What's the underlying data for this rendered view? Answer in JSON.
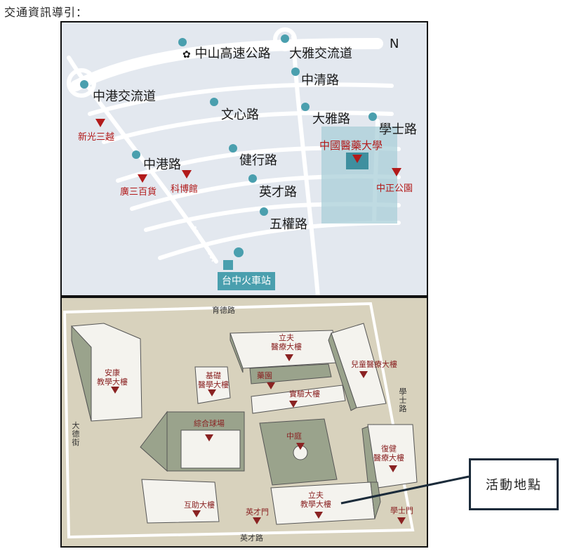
{
  "heading": "交通資訊導引：",
  "map": {
    "north": "N",
    "roads": {
      "zhongshan_hwy": "中山高速公路",
      "daya_interchange": "大雅交流道",
      "zhongqing": "中清路",
      "zhonggang_interchange": "中港交流道",
      "wenxin": "文心路",
      "daya_rd": "大雅路",
      "xueshi": "學士路",
      "zhonggang_rd": "中港路",
      "jianxing": "健行路",
      "yingcai": "英才路",
      "wuquan": "五權路"
    },
    "landmarks": {
      "shin_kong": "新光三越",
      "guangsan": "廣三百貨",
      "museum": "科博館",
      "cmu": "中國醫藥大學",
      "zhongzheng_park": "中正公園",
      "station": "台中火車站"
    }
  },
  "campus": {
    "streets": {
      "yude": "育德路",
      "xueshi": "學士路",
      "dade": "大德街",
      "yingcai": "英才路"
    },
    "buildings": {
      "ankang": "安康\n教學大樓",
      "jichu": "基礎\n醫學大樓",
      "lifu_med": "立夫\n醫療大樓",
      "yaoyuan": "藥園",
      "shiyan": "實驗大樓",
      "children": "兒童醫療大樓",
      "court": "綜合球場",
      "zhongting": "中庭",
      "fujian": "復健\n醫療大樓",
      "huzhu": "互助大樓",
      "yingcai_gate": "英才門",
      "lifu_teach": "立夫\n教學大樓",
      "xueshi_gate": "學士門"
    }
  },
  "callout": "活動地點",
  "colors": {
    "road": "#ffffff",
    "map_bg": "#e3e8ef",
    "campus_bg": "#d8d2bd",
    "marker": "#b21a1a",
    "dot": "#4a9fae",
    "building": "#9aa38c"
  }
}
